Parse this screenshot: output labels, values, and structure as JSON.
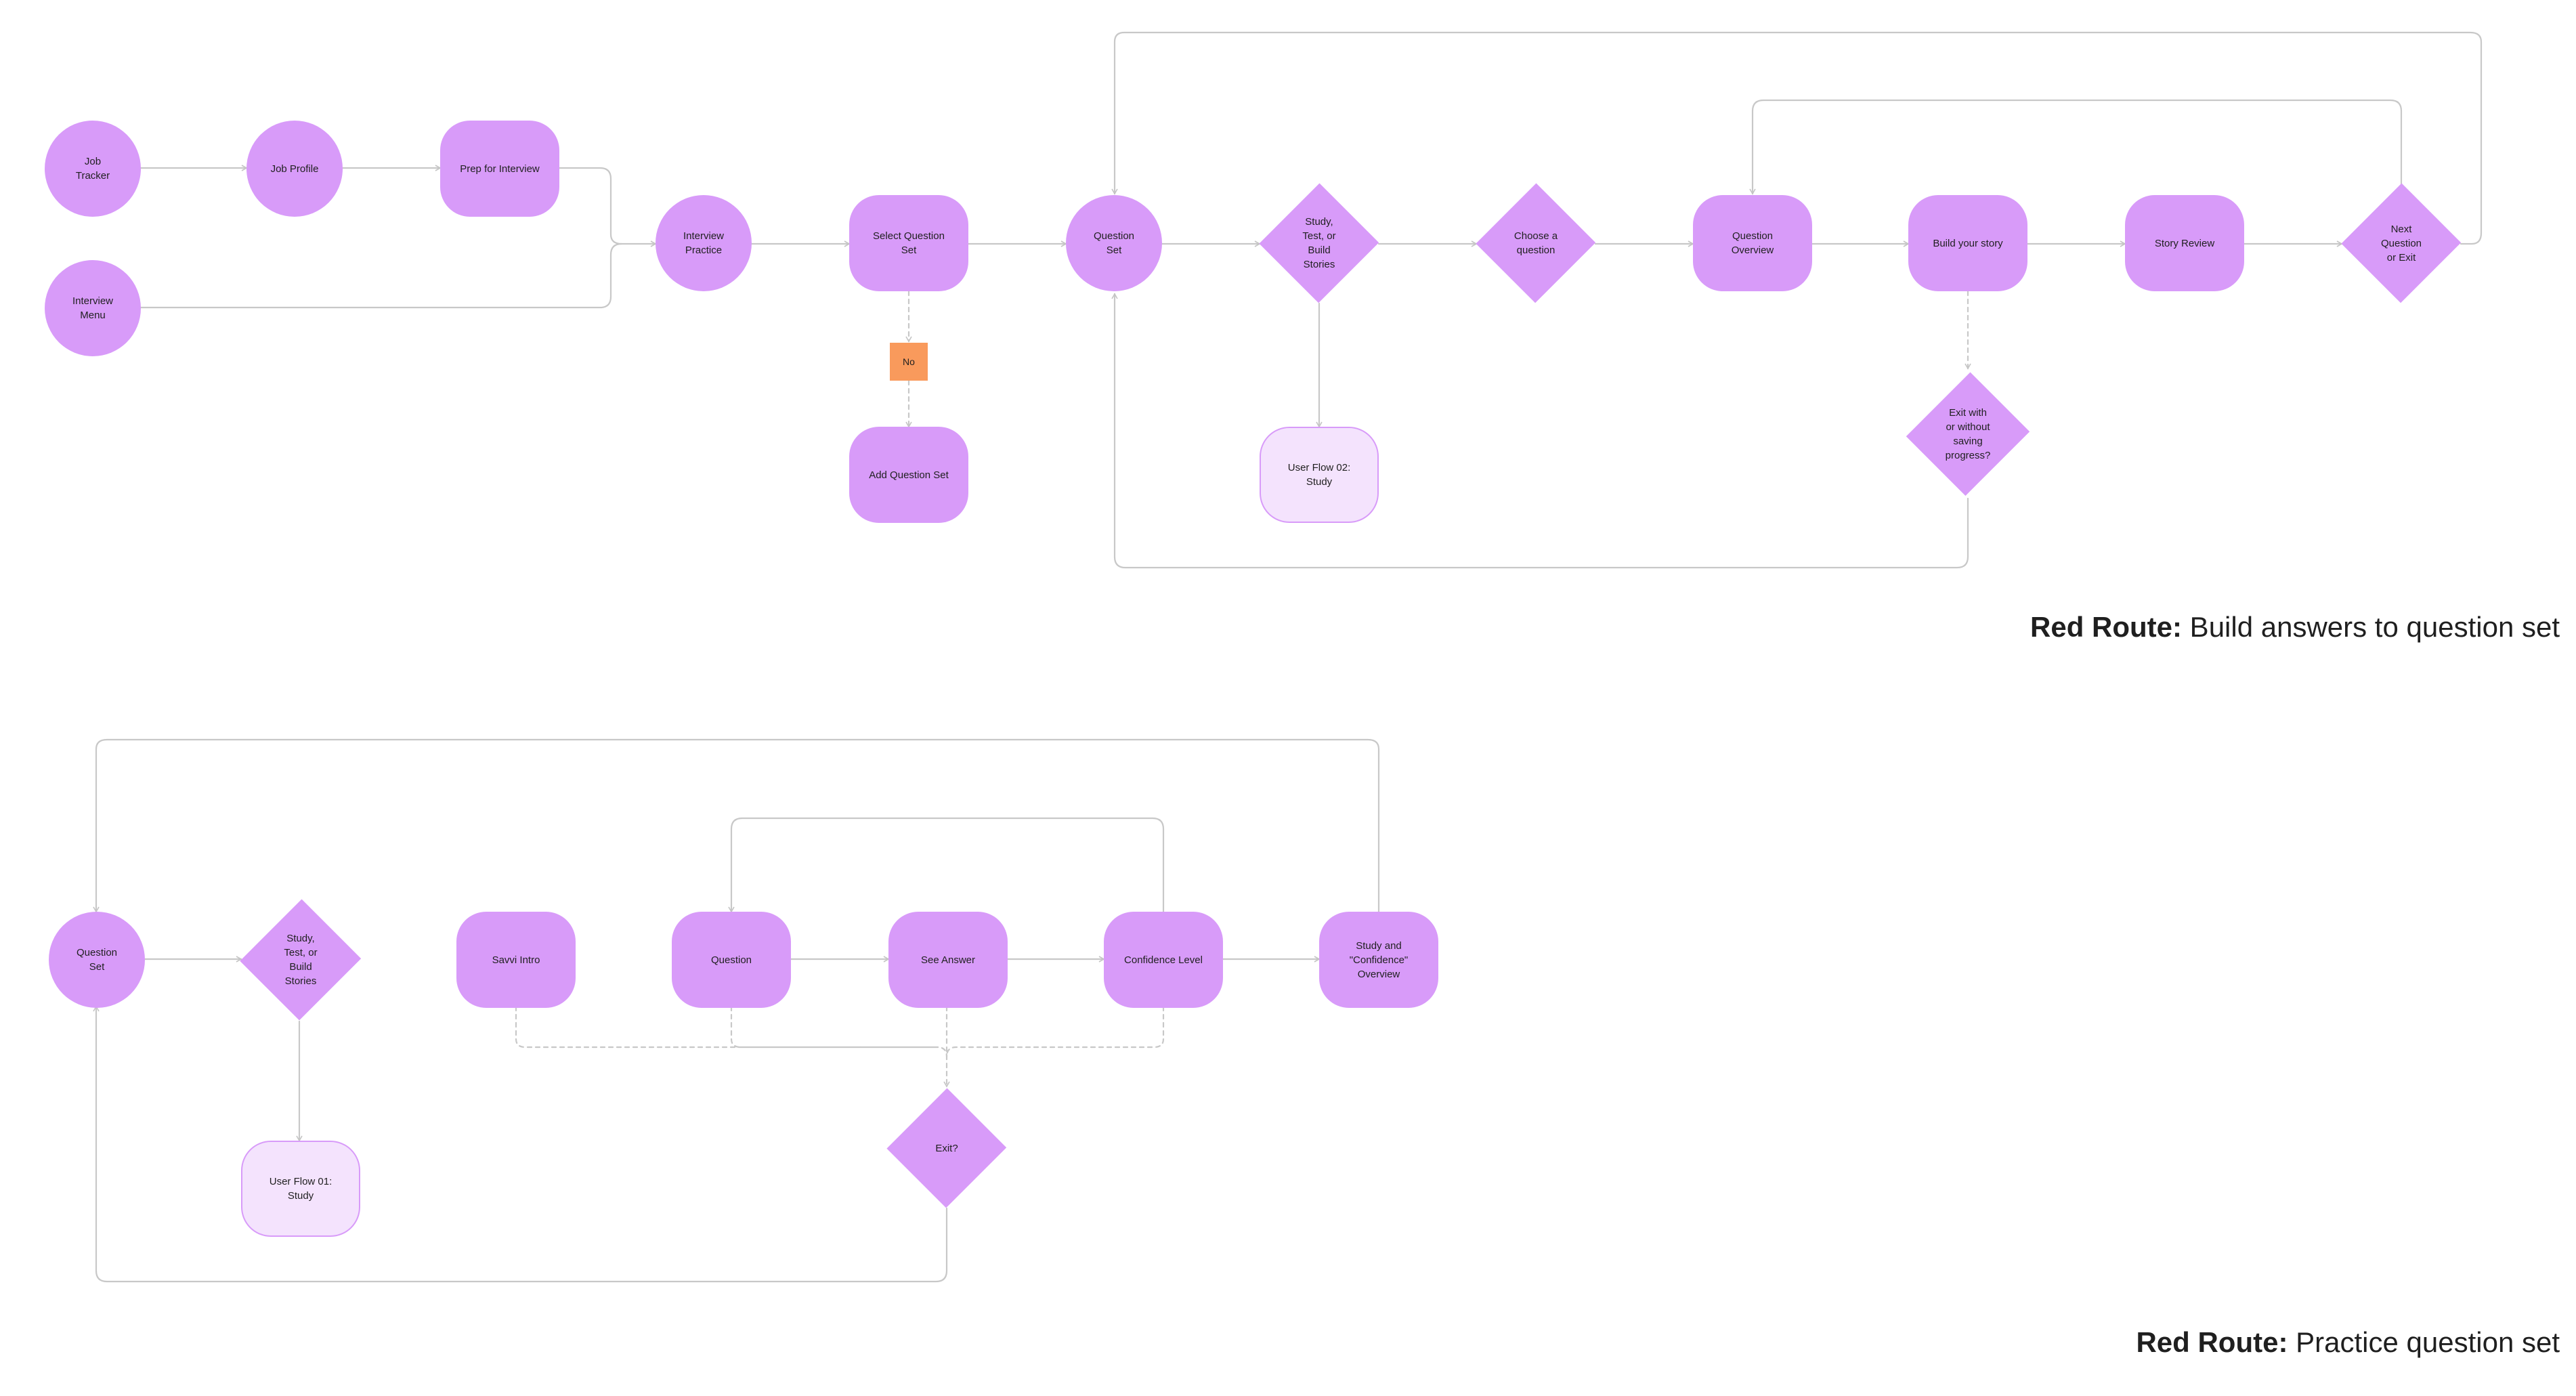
{
  "diagram1": {
    "title_bold": "Red Route:",
    "title_rest": " Build answers to question set",
    "nodes": {
      "job_tracker": "Job\nTracker",
      "job_profile": "Job Profile",
      "prep": "Prep for Interview",
      "interview_menu": "Interview\nMenu",
      "interview_practice": "Interview\nPractice",
      "select_question_set": "Select Question\nSet",
      "no_label": "No",
      "add_question_set": "Add Question Set",
      "question_set": "Question\nSet",
      "study_test_build": "Study,\nTest, or\nBuild\nStories",
      "user_flow_02": "User Flow 02:\nStudy",
      "choose_question": "Choose a\nquestion",
      "question_overview": "Question\nOverview",
      "build_story": "Build your story",
      "story_review": "Story Review",
      "next_question": "Next\nQuestion\nor Exit",
      "exit_saving": "Exit with\nor without\nsaving\nprogress?"
    }
  },
  "diagram2": {
    "title_bold": "Red Route:",
    "title_rest": " Practice question set",
    "nodes": {
      "question_set": "Question\nSet",
      "study_test_build": "Study,\nTest, or\nBuild\nStories",
      "user_flow_01": "User Flow 01:\nStudy",
      "savvi_intro": "Savvi Intro",
      "question": "Question",
      "see_answer": "See Answer",
      "confidence_level": "Confidence Level",
      "study_confidence": "Study and\n\"Confidence\"\nOverview",
      "exit": "Exit?"
    }
  },
  "colors": {
    "node_fill": "#d89bf9",
    "node_fill_light": "#f4e3fd",
    "decision_tag": "#f99a5c",
    "connector": "#c8c8c8"
  }
}
